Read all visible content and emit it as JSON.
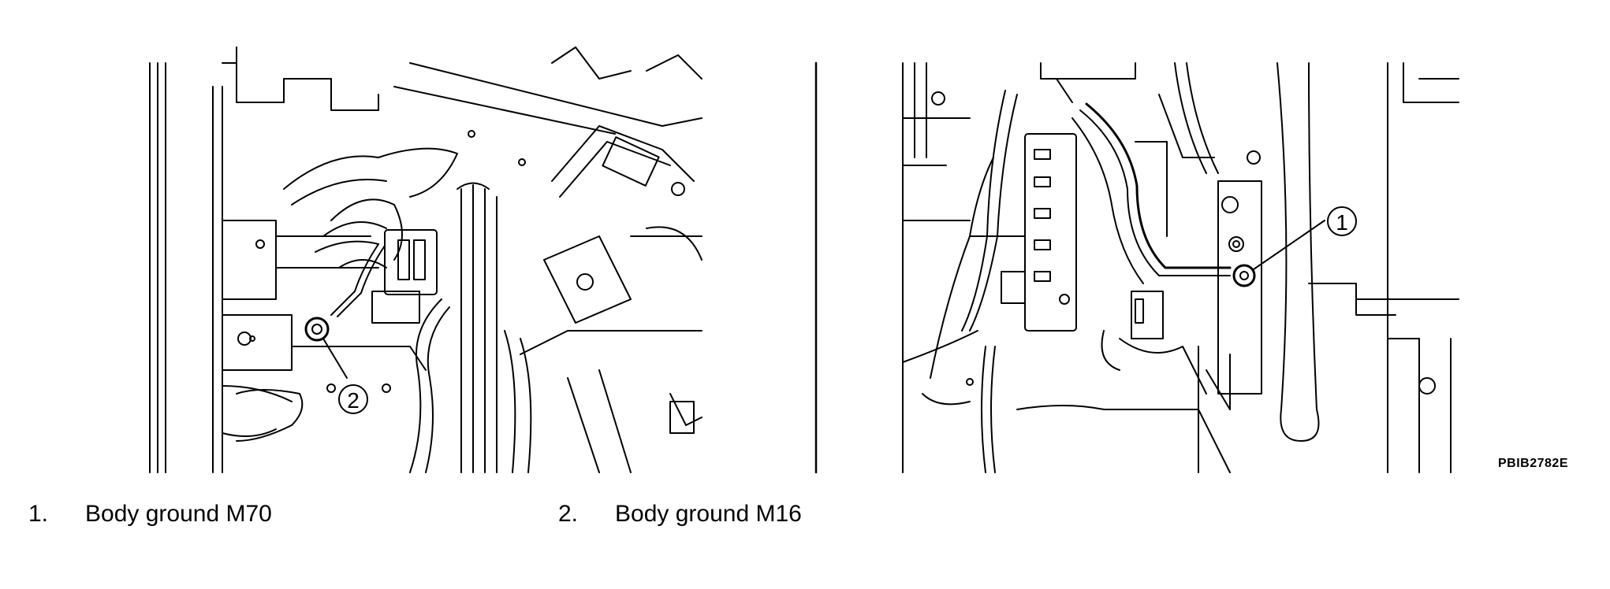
{
  "figure": {
    "code": "PBIB2782E",
    "callout_left": "2",
    "callout_right": "1"
  },
  "legend": [
    {
      "number": "1.",
      "label": "Body ground M70"
    },
    {
      "number": "2.",
      "label": "Body ground M16"
    }
  ]
}
